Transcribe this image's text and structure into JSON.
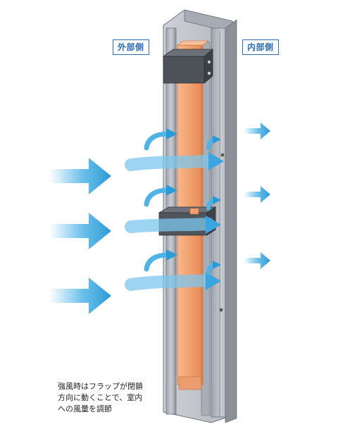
{
  "labels": {
    "outside": "外部側",
    "inside": "内部側"
  },
  "caption": {
    "lines": [
      "強風時はフラップが閉鎖",
      "方向に動くことで、室内",
      "への風量を調節"
    ]
  },
  "colors": {
    "accent": "#2f6db3",
    "flap": "#f0a070",
    "frame": "#b8bcc4",
    "airflow": "#4fb3e6"
  }
}
